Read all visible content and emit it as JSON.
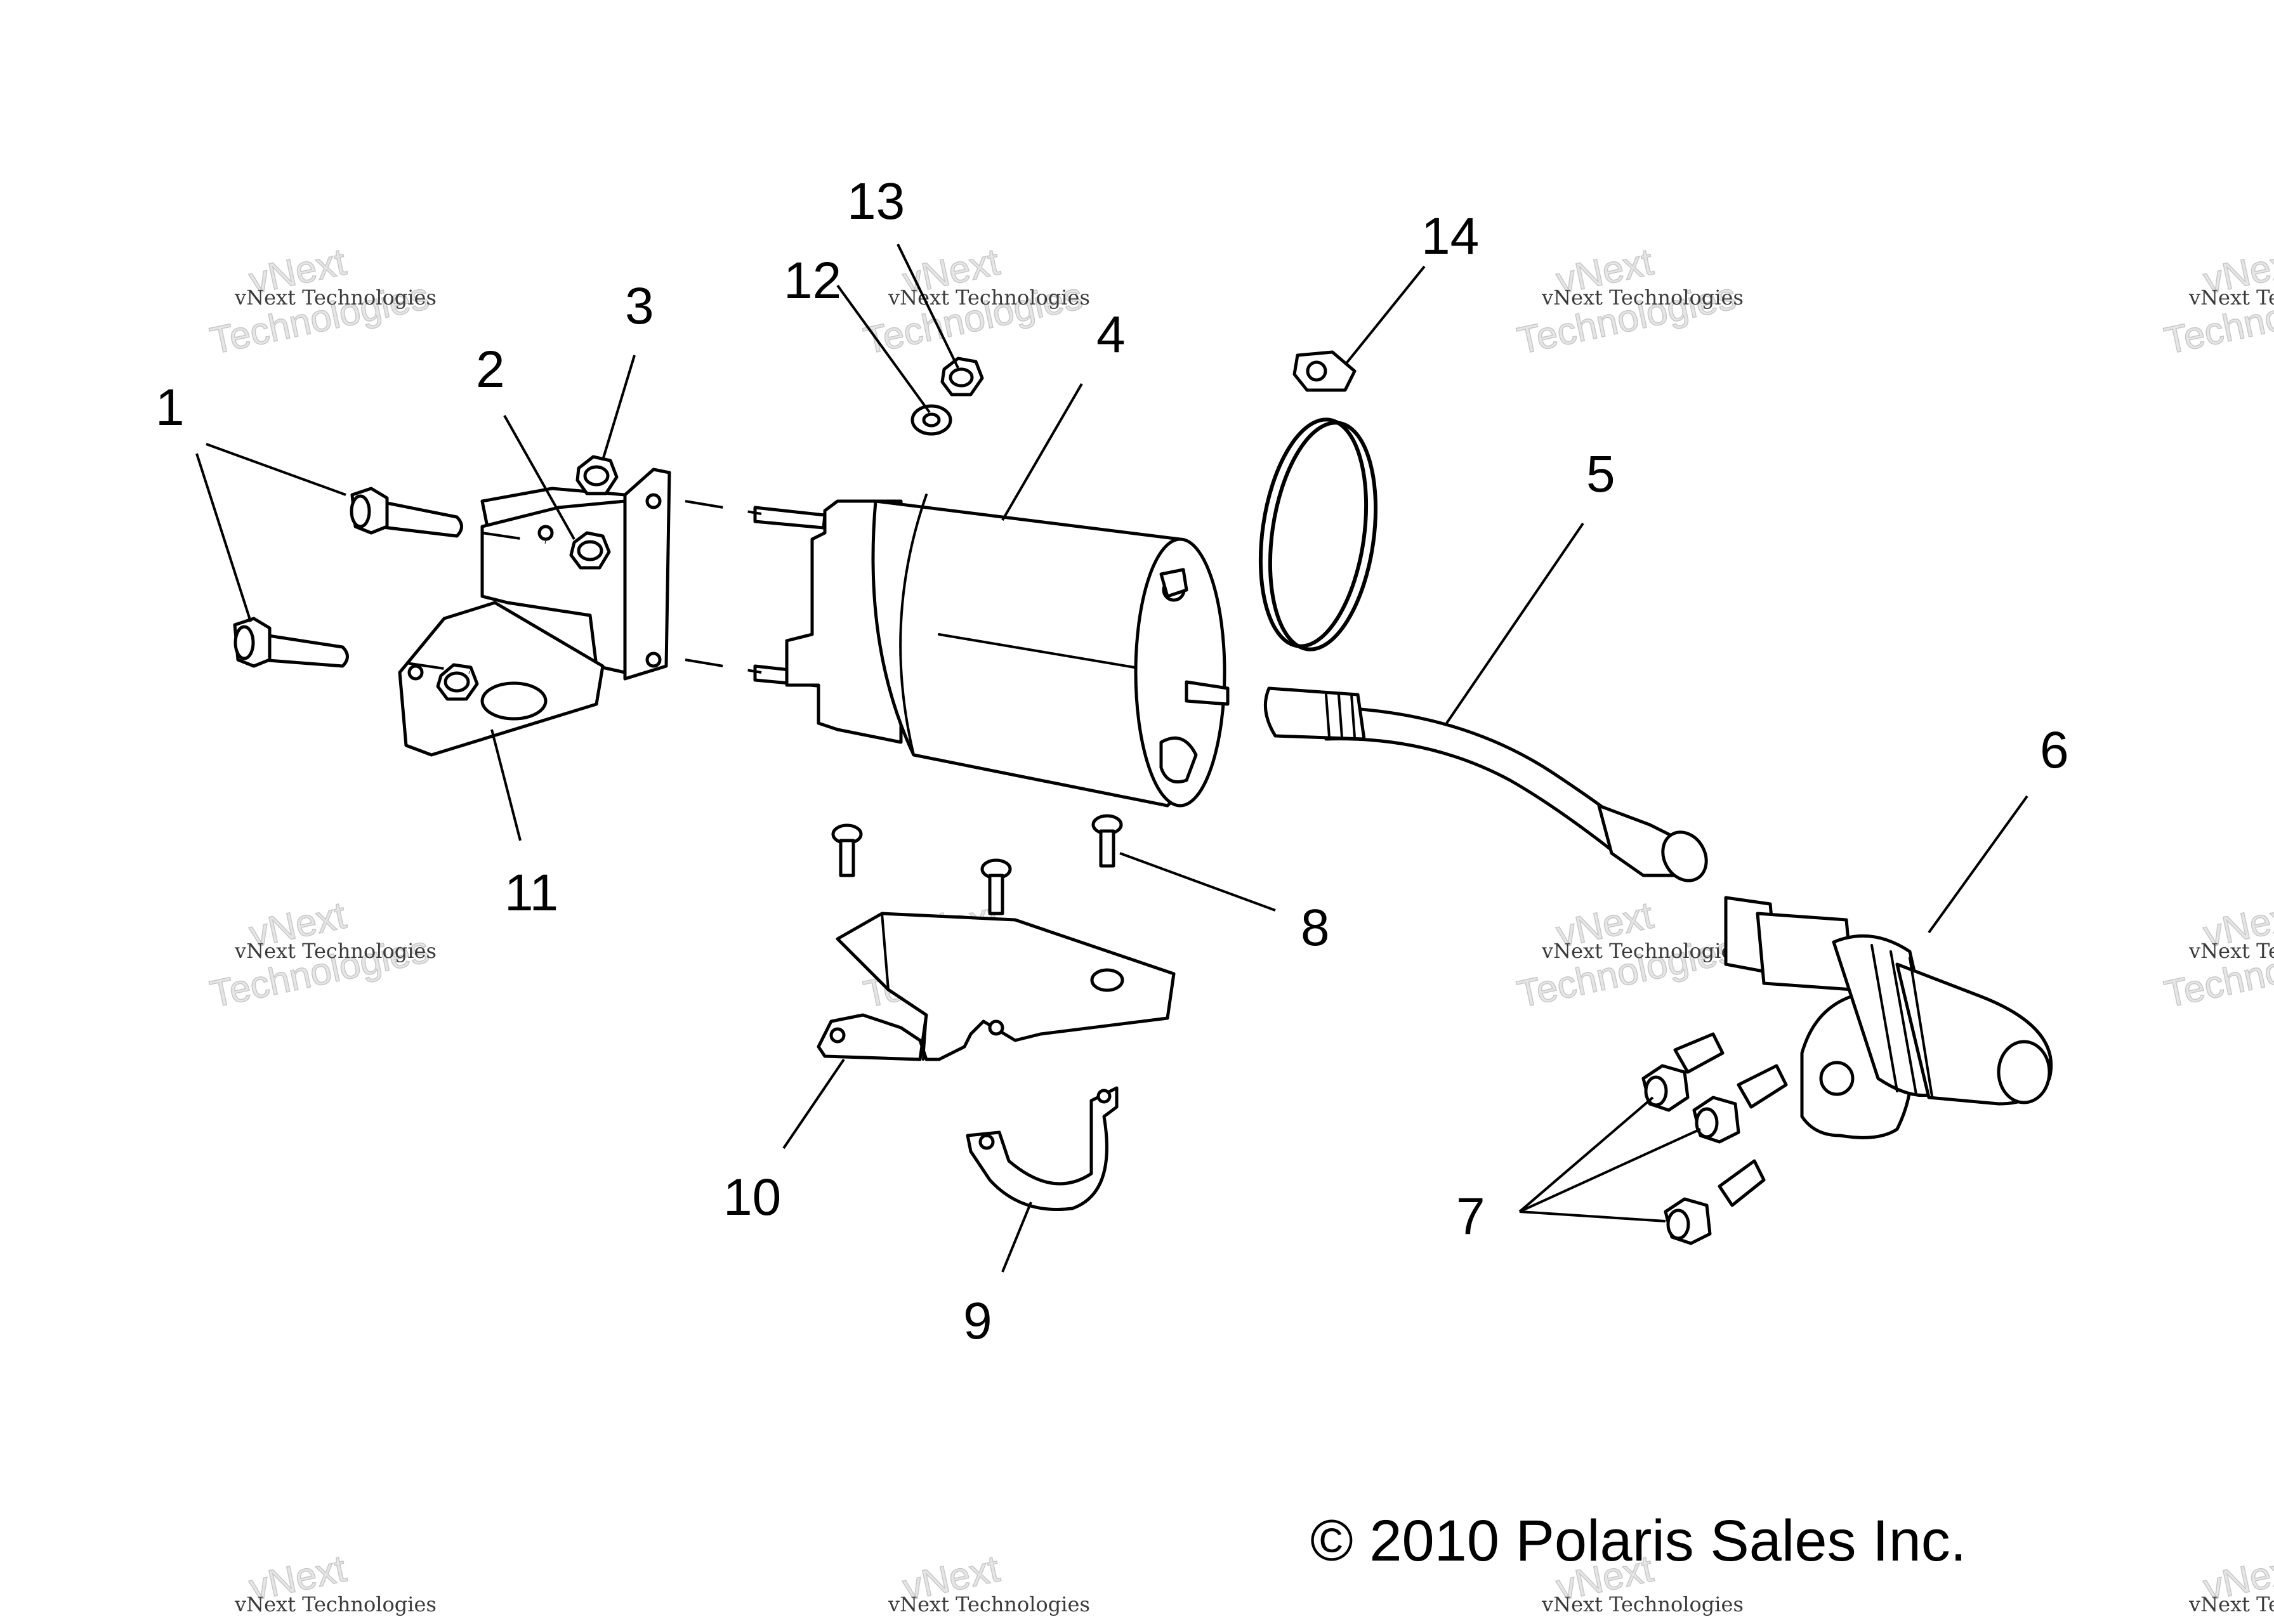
{
  "diagram": {
    "callouts": [
      {
        "id": "1",
        "label": "1"
      },
      {
        "id": "2",
        "label": "2"
      },
      {
        "id": "3",
        "label": "3"
      },
      {
        "id": "4",
        "label": "4"
      },
      {
        "id": "5",
        "label": "5"
      },
      {
        "id": "6",
        "label": "6"
      },
      {
        "id": "7",
        "label": "7"
      },
      {
        "id": "8",
        "label": "8"
      },
      {
        "id": "9",
        "label": "9"
      },
      {
        "id": "10",
        "label": "10"
      },
      {
        "id": "11",
        "label": "11"
      },
      {
        "id": "12",
        "label": "12"
      },
      {
        "id": "13",
        "label": "13"
      },
      {
        "id": "14",
        "label": "14"
      }
    ],
    "copyright": "© 2010 Polaris Sales Inc."
  },
  "watermark": {
    "line_large_1": "vNext",
    "line_large_2": "Technologies",
    "line_small": "vNext Technologies"
  }
}
